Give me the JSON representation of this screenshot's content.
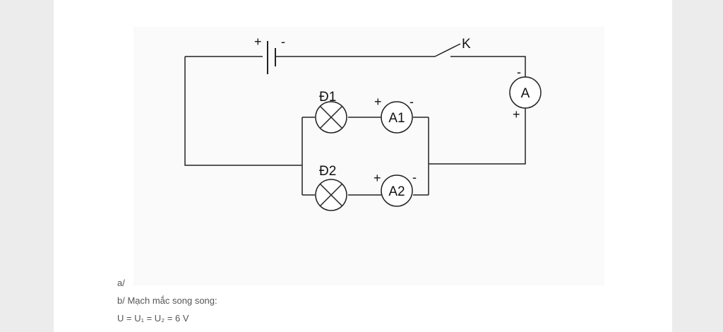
{
  "diagram": {
    "battery_plus": "+",
    "battery_minus": "-",
    "switch_label": "K",
    "ammeter_main": {
      "label": "A",
      "minus": "-",
      "plus": "+"
    },
    "lamp1": "Đ1",
    "lamp2": "Đ2",
    "ammeter1": {
      "label": "A1",
      "plus": "+",
      "minus": "-"
    },
    "ammeter2": {
      "label": "A2",
      "plus": "+",
      "minus": "-"
    }
  },
  "text": {
    "part_a": "a/",
    "part_b": "b/ Mạch mắc song song:",
    "equation": "U = U₁ = U₂ = 6 V"
  }
}
